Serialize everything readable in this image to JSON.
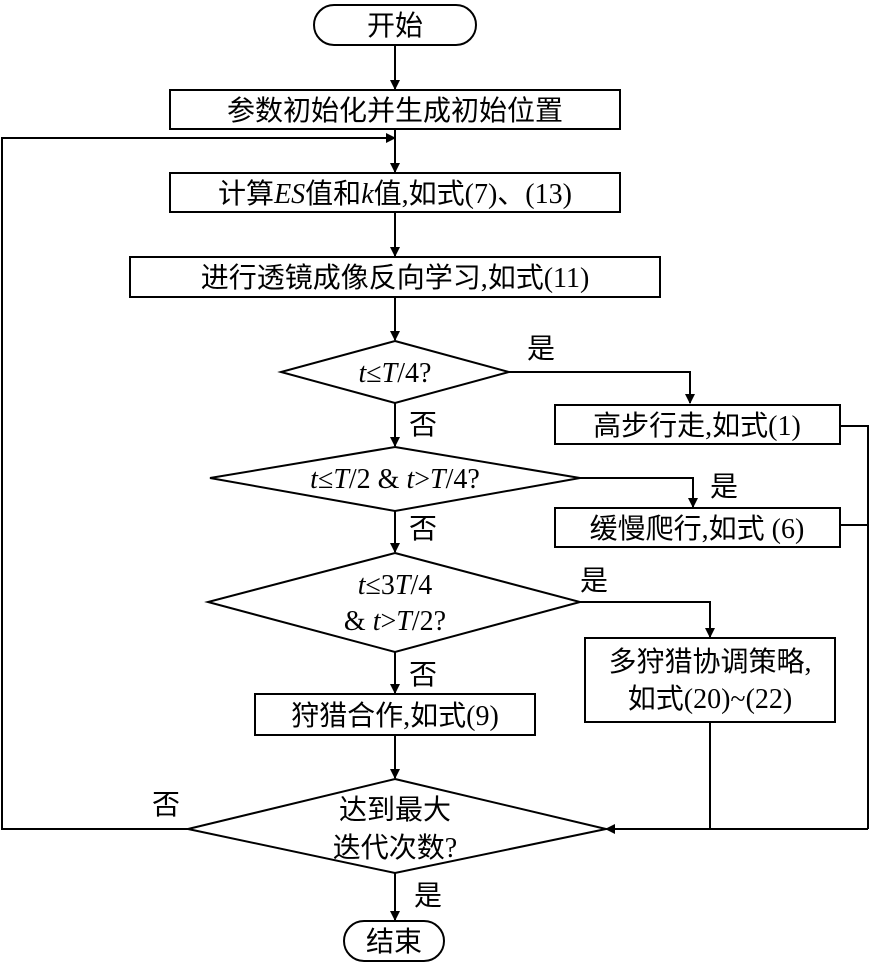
{
  "start": "开始",
  "end": "结束",
  "steps": {
    "init": "参数初始化并生成初始位置",
    "compute": {
      "pre": "计算",
      "es": "ES",
      "mid": "值和",
      "k": "k",
      "post": "值,如式(7)、(13)"
    },
    "lens": "进行透镜成像反向学习,如式(11)",
    "high_walk": "高步行走,如式(1)",
    "slow_crawl": "缓慢爬行,如式 (6)",
    "multi_hunt": [
      "多狩猎协调策略,",
      "如式(20)~(22)"
    ],
    "coop_hunt": "狩猎合作,如式(9)"
  },
  "decisions": {
    "d1": {
      "t": "t",
      "le": "≤",
      "T": "T",
      "rest": "/4?"
    },
    "d2": {
      "t1": "t",
      "le": "≤",
      "T1": "T",
      "mid": "/2 & ",
      "t2": "t",
      "gt": ">",
      "T2": "T",
      "rest": "/4?"
    },
    "d3": {
      "l1": {
        "t": "t",
        "le": "≤3",
        "T": "T",
        "rest": "/4"
      },
      "l2": {
        "amp": "& ",
        "t": "t",
        "gt": ">",
        "T": "T",
        "rest": "/2?"
      }
    },
    "d4": [
      "达到最大",
      "迭代次数?"
    ]
  },
  "labels": {
    "yes": "是",
    "no": "否"
  }
}
